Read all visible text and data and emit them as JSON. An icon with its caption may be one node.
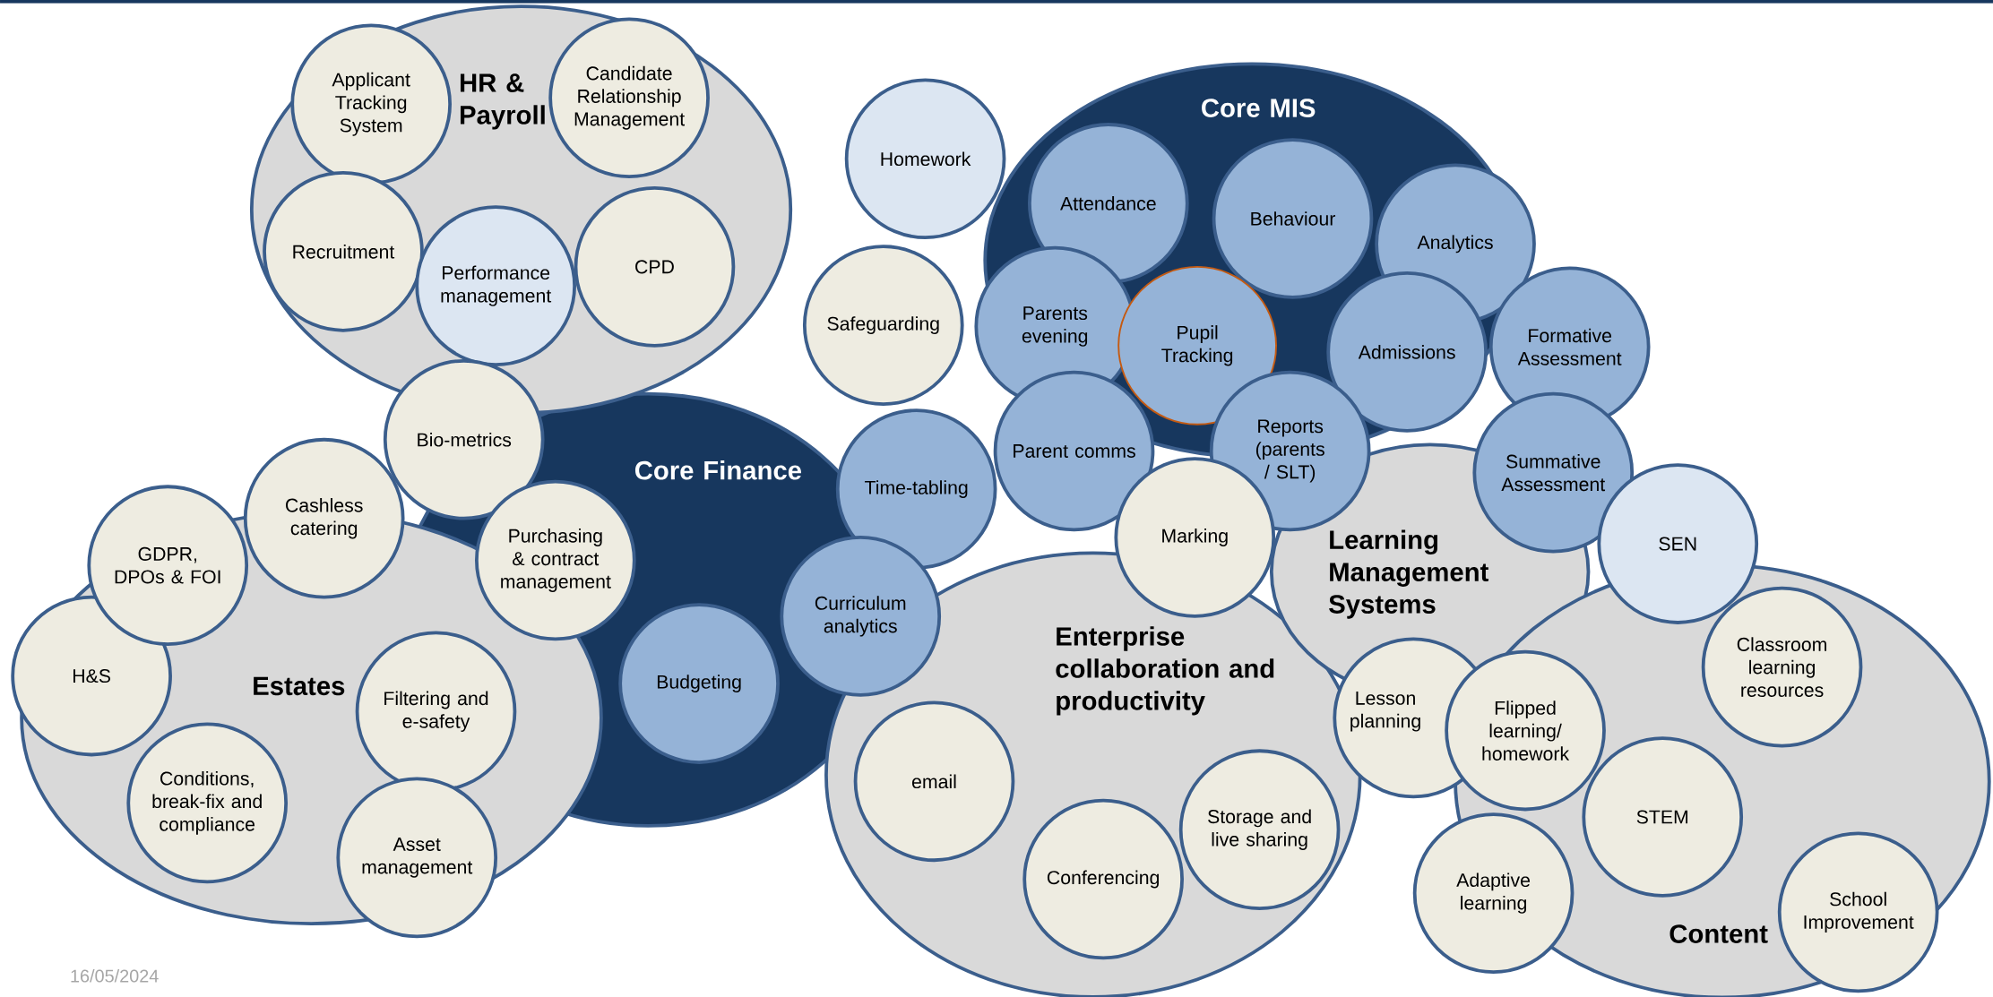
{
  "diagram": {
    "nodes": [
      {
        "text": [
          "HR & Payroll"
        ]
      },
      {
        "text": [
          "Applicant Tracking System"
        ],
        "in": 0
      },
      {
        "text": [
          "Candidate Relationship Management"
        ],
        "in": 0
      },
      {
        "text": [
          "Recruitment"
        ],
        "in": 0
      },
      {
        "text": [
          "Performance management"
        ],
        "in": 0
      },
      {
        "text": [
          "CPD"
        ],
        "in": 0
      },
      {
        "text": [
          "Homework"
        ]
      },
      {
        "text": [
          "Core MIS"
        ]
      },
      {
        "text": [
          "Attendance"
        ],
        "in": 7
      },
      {
        "text": [
          "Behaviour"
        ],
        "in": 7
      },
      {
        "text": [
          "Analytics"
        ]
      },
      {
        "text": [
          "Safeguarding"
        ]
      },
      {
        "text": [
          "Parents evening"
        ],
        "in": 7
      },
      {
        "text": [
          "Pupil Tracking"
        ],
        "in": 7
      },
      {
        "text": [
          "Admissions"
        ],
        "in": 7
      },
      {
        "text": [
          "Formative Assessment"
        ]
      },
      {
        "text": [
          "Bio-metrics"
        ]
      },
      {
        "text": [
          "Core Finance"
        ]
      },
      {
        "text": [
          "Parent comms"
        ]
      },
      {
        "text": [
          "Reports (parents / SLT)"
        ]
      },
      {
        "text": [
          "Summative Assessment"
        ]
      },
      {
        "text": [
          "Time-tabling"
        ]
      },
      {
        "text": [
          "Cashless catering"
        ]
      },
      {
        "text": [
          "Purchasing & contract management"
        ],
        "in": 17
      },
      {
        "text": [
          "GDPR, DPOs & FOI"
        ]
      },
      {
        "text": [
          "Learning Management Systems"
        ]
      },
      {
        "text": [
          "Marking"
        ]
      },
      {
        "text": [
          "SEN"
        ]
      },
      {
        "text": [
          "Curriculum analytics"
        ]
      },
      {
        "text": [
          "Estates"
        ]
      },
      {
        "text": [
          "H&S"
        ],
        "in": 29
      },
      {
        "text": [
          "Filtering and e-safety"
        ],
        "in": 29
      },
      {
        "text": [
          "Enterprise collaboration and productivity"
        ]
      },
      {
        "text": [
          "Budgeting"
        ],
        "in": 17
      },
      {
        "text": [
          "Lesson planning"
        ]
      },
      {
        "text": [
          "Flipped learning/ homework"
        ],
        "in": 36
      },
      {
        "text": [
          "Content"
        ]
      },
      {
        "text": [
          "Classroom learning resources"
        ],
        "in": 36
      },
      {
        "text": [
          "Conditions, break-fix and compliance"
        ],
        "in": 29
      },
      {
        "text": [
          "email"
        ],
        "in": 32
      },
      {
        "text": [
          "Storage and live sharing"
        ],
        "in": 32
      },
      {
        "text": [
          "STEM"
        ],
        "in": 36
      },
      {
        "text": [
          "Adaptive learning"
        ]
      },
      {
        "text": [
          "Asset management"
        ]
      },
      {
        "text": [
          "Conferencing"
        ],
        "in": 32
      },
      {
        "text": [
          "School Improvement"
        ],
        "in": 36
      }
    ],
    "labels": [
      "16/05/2024"
    ]
  }
}
